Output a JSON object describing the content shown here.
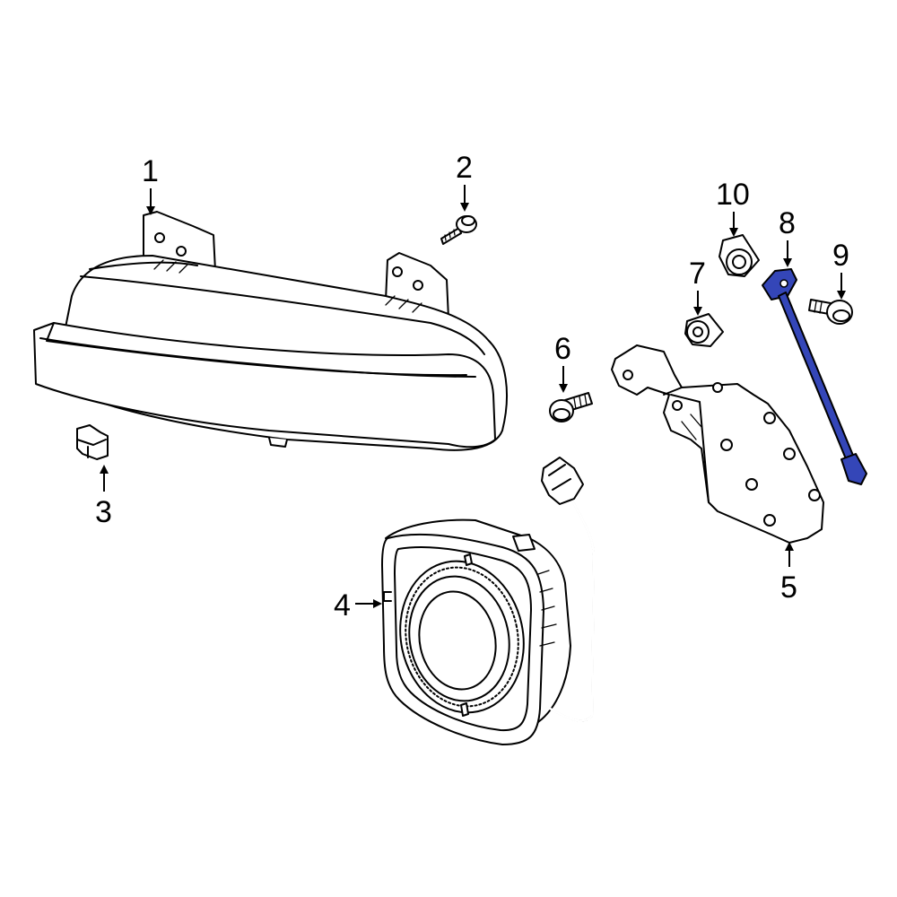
{
  "colors": {
    "highlight": "#3446b8",
    "line": "#000000",
    "background": "#ffffff"
  },
  "callouts": [
    {
      "id": "1",
      "label": "1"
    },
    {
      "id": "2",
      "label": "2"
    },
    {
      "id": "3",
      "label": "3"
    },
    {
      "id": "4",
      "label": "4"
    },
    {
      "id": "5",
      "label": "5"
    },
    {
      "id": "6",
      "label": "6"
    },
    {
      "id": "7",
      "label": "7"
    },
    {
      "id": "8",
      "label": "8"
    },
    {
      "id": "9",
      "label": "9"
    },
    {
      "id": "10",
      "label": "10"
    }
  ],
  "highlighted_part": "8"
}
